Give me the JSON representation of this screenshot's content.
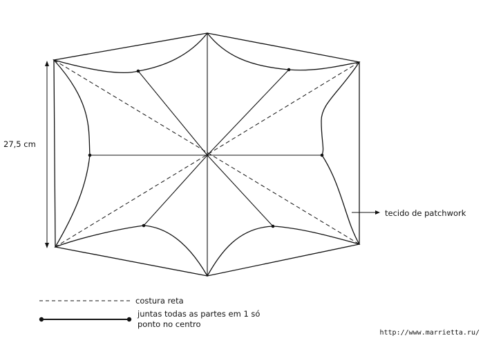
{
  "dimension": {
    "label": "27,5 cm"
  },
  "annotation": {
    "label": "tecido de patchwork"
  },
  "legend": {
    "dashed": "costura reta",
    "solid_line1": "juntas todas as partes em 1 só",
    "solid_line2": "ponto no centro"
  },
  "watermark": "http://www.marrietta.ru/",
  "colors": {
    "ink": "#111111",
    "background": "#ffffff"
  }
}
